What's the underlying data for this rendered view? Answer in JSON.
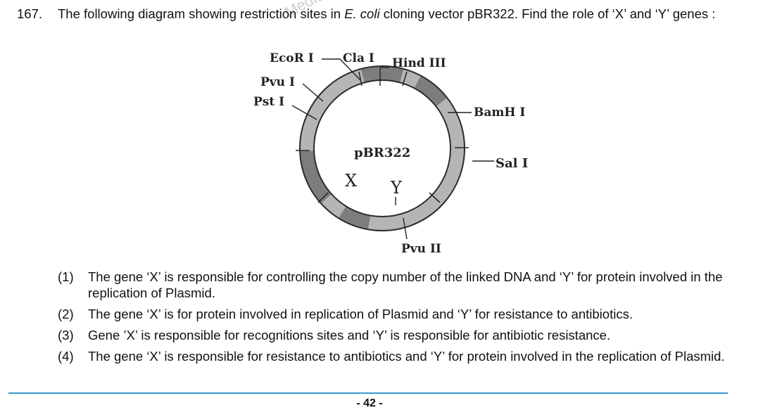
{
  "question": {
    "number": "167.",
    "text_before_italic": "The following diagram showing restriction sites in ",
    "italic_text": "E. coli",
    "text_after_italic": " cloning vector pBR322. Find the role of ‘X’ and ‘Y’ genes :"
  },
  "watermark": "Medical",
  "diagram": {
    "center_label": "pBR322",
    "gene_x": "X",
    "gene_y": "Y",
    "sites": {
      "ecori": "EcoR I",
      "clai": "Cla I",
      "hindiii": "Hind III",
      "pvui": "Pvu I",
      "psti": "Pst I",
      "bamhi": "BamH I",
      "sali": "Sal I",
      "pvuii": "Pvu II"
    },
    "colors": {
      "ring_light": "#b5b5b5",
      "ring_dark": "#7d7d7d",
      "ring_outline": "#2b2b2b"
    }
  },
  "options": [
    {
      "num": "(1)",
      "text": "The gene ‘X’ is responsible for controlling the copy number of the linked DNA and ‘Y’ for protein involved in the replication of Plasmid."
    },
    {
      "num": "(2)",
      "text": "The gene ‘X’ is for protein involved in replication of Plasmid and ‘Y’ for resistance to antibiotics."
    },
    {
      "num": "(3)",
      "text": "Gene ’X’ is responsible for recognitions sites and ‘Y’ is responsible for antibiotic resistance."
    },
    {
      "num": "(4)",
      "text": "The gene ‘X’  is responsible for resistance to antibiotics and ‘Y’ for protein involved in the replication of Plasmid."
    }
  ],
  "footer": {
    "page_number": "- 42 -"
  }
}
